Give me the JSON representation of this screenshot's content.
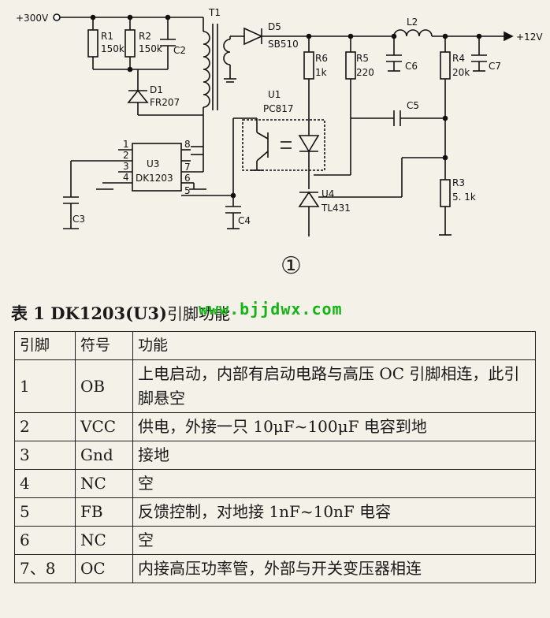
{
  "schematic": {
    "input_label": "+300V",
    "output_label": "+12V",
    "transformer": "T1",
    "components": {
      "R1": {
        "ref": "R1",
        "value": "150k"
      },
      "R2": {
        "ref": "R2",
        "value": "150k"
      },
      "C2": {
        "ref": "C2"
      },
      "D1": {
        "ref": "D1",
        "value": "FR207"
      },
      "D5": {
        "ref": "D5",
        "value": "SB510"
      },
      "L2": {
        "ref": "L2"
      },
      "R6": {
        "ref": "R6",
        "value": "1k"
      },
      "R5": {
        "ref": "R5",
        "value": "220"
      },
      "C6": {
        "ref": "C6"
      },
      "R4": {
        "ref": "R4",
        "value": "20k"
      },
      "C7": {
        "ref": "C7"
      },
      "U1": {
        "ref": "U1",
        "value": "PC817"
      },
      "C5": {
        "ref": "C5"
      },
      "U3": {
        "ref": "U3",
        "value": "DK1203"
      },
      "C3": {
        "ref": "C3"
      },
      "C4": {
        "ref": "C4"
      },
      "U4": {
        "ref": "U4",
        "value": "TL431"
      },
      "R3": {
        "ref": "R3",
        "value": "5. 1k"
      }
    },
    "u3_pins": [
      "1",
      "2",
      "3",
      "4",
      "5",
      "6",
      "7",
      "8"
    ],
    "figure_number": "①"
  },
  "table": {
    "title_prefix": "表 1",
    "title_main": "DK1203(U3)",
    "title_suffix": "引脚功能",
    "watermark": "www.bjjdwx.com",
    "headers": [
      "引脚",
      "符号",
      "功能"
    ],
    "rows": [
      {
        "pin": "1",
        "symbol": "OB",
        "function": "上电启动，内部有启动电路与高压 OC 引脚相连，此引脚悬空"
      },
      {
        "pin": "2",
        "symbol": "VCC",
        "function": "供电，外接一只 10μF~100μF 电容到地"
      },
      {
        "pin": "3",
        "symbol": "Gnd",
        "function": "接地"
      },
      {
        "pin": "4",
        "symbol": "NC",
        "function": "空"
      },
      {
        "pin": "5",
        "symbol": "FB",
        "function": "反馈控制，对地接 1nF~10nF 电容"
      },
      {
        "pin": "6",
        "symbol": "NC",
        "function": "空"
      },
      {
        "pin": "7、8",
        "symbol": "OC",
        "function": "内接高压功率管，外部与开关变压器相连"
      }
    ]
  }
}
